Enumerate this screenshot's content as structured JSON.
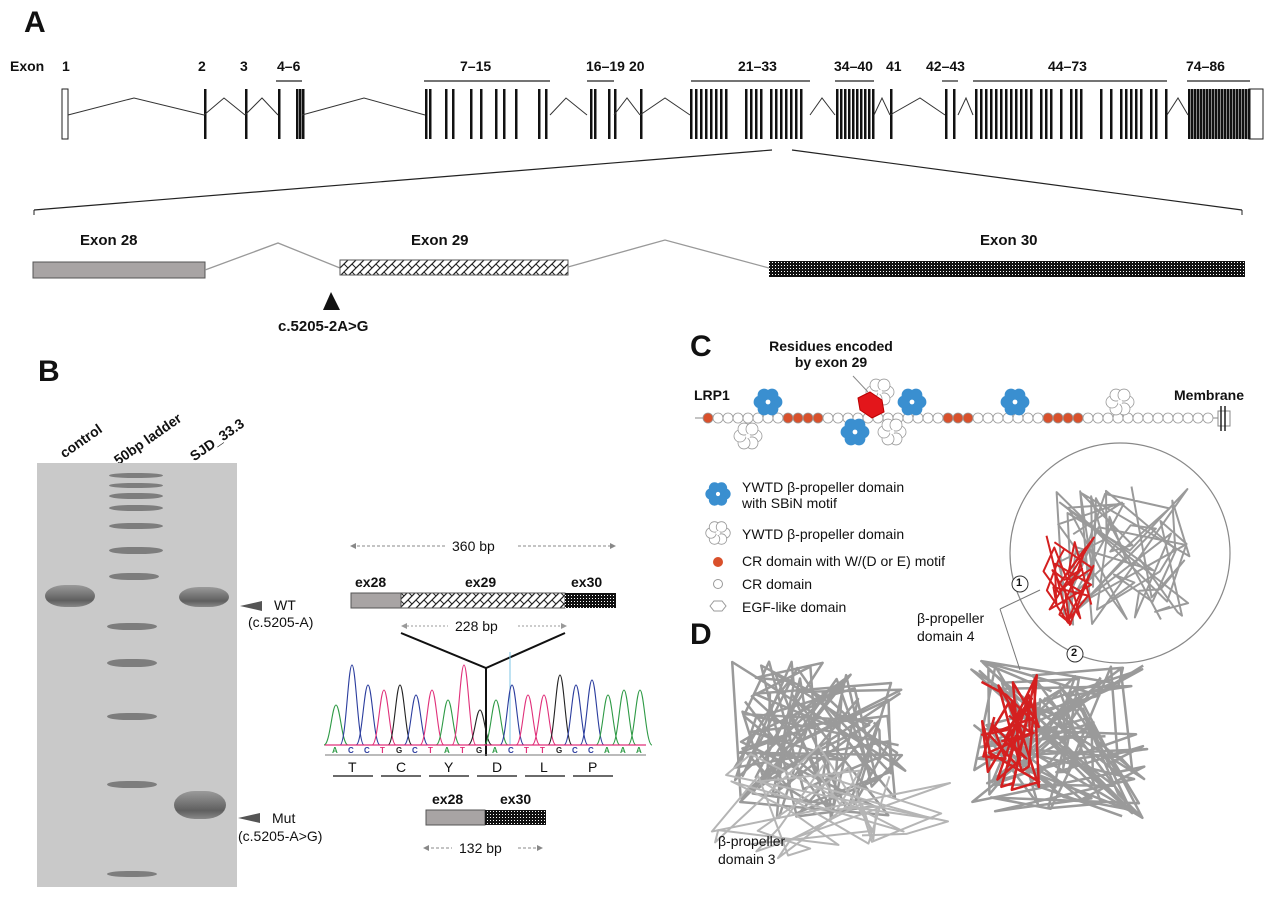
{
  "panels": {
    "a": "A",
    "b": "B",
    "c": "C",
    "d": "D"
  },
  "panel_a": {
    "exon_label": "Exon",
    "exon_groups": [
      "1",
      "2",
      "3",
      "4–6",
      "7–15",
      "16–19",
      "20",
      "21–33",
      "34–40",
      "41",
      "42–43",
      "44–73",
      "74–86"
    ],
    "zoom_exons": [
      "Exon 28",
      "Exon 29",
      "Exon 30"
    ],
    "mutation": "c.5205-2A>G"
  },
  "panel_b": {
    "lanes": [
      "control",
      "50bp ladder",
      "SJD_33.3"
    ],
    "wt_label": "WT",
    "wt_sub": "(c.5205-A)",
    "mut_label": "Mut",
    "mut_sub": "(c.5205-A>G)",
    "full_size": "360 bp",
    "exon29_size": "228 bp",
    "skip_size": "132 bp",
    "ex28": "ex28",
    "ex29": "ex29",
    "ex30": "ex30",
    "sequence": [
      "A",
      "C",
      "C",
      "T",
      "G",
      "C",
      "T",
      "A",
      "T",
      "G",
      "A",
      "C",
      "T",
      "T",
      "G",
      "C",
      "C",
      "A",
      "A",
      "A"
    ],
    "amino_acids": [
      "T",
      "C",
      "Y",
      "D",
      "L",
      "P"
    ],
    "base_colors": {
      "A": "#2e9a45",
      "C": "#2b3d9e",
      "G": "#222222",
      "T": "#e0307a"
    }
  },
  "panel_c": {
    "title": "Residues encoded by exon 29",
    "title_line1": "Residues encoded",
    "title_line2": "by exon 29",
    "protein": "LRP1",
    "membrane": "Membrane",
    "legend": [
      {
        "icon": "blue-propeller",
        "text": "YWTD β-propeller domain",
        "text2": "with SBiN motif"
      },
      {
        "icon": "white-propeller",
        "text": "YWTD β-propeller domain"
      },
      {
        "icon": "orange-dot",
        "text": "CR domain with W/(D or E) motif"
      },
      {
        "icon": "white-dot",
        "text": "CR domain"
      },
      {
        "icon": "egf-hexagon",
        "text": "EGF-like domain"
      }
    ],
    "colors": {
      "sbin": "#3a8fd0",
      "cr_motif": "#d9502b",
      "exon29": "#e3161b"
    }
  },
  "panel_d": {
    "domain4_line1": "β-propeller",
    "domain4_line2": "domain 4",
    "domain3_line1": "β-propeller",
    "domain3_line2": "domain 3",
    "marker1": "1",
    "marker2": "2"
  }
}
